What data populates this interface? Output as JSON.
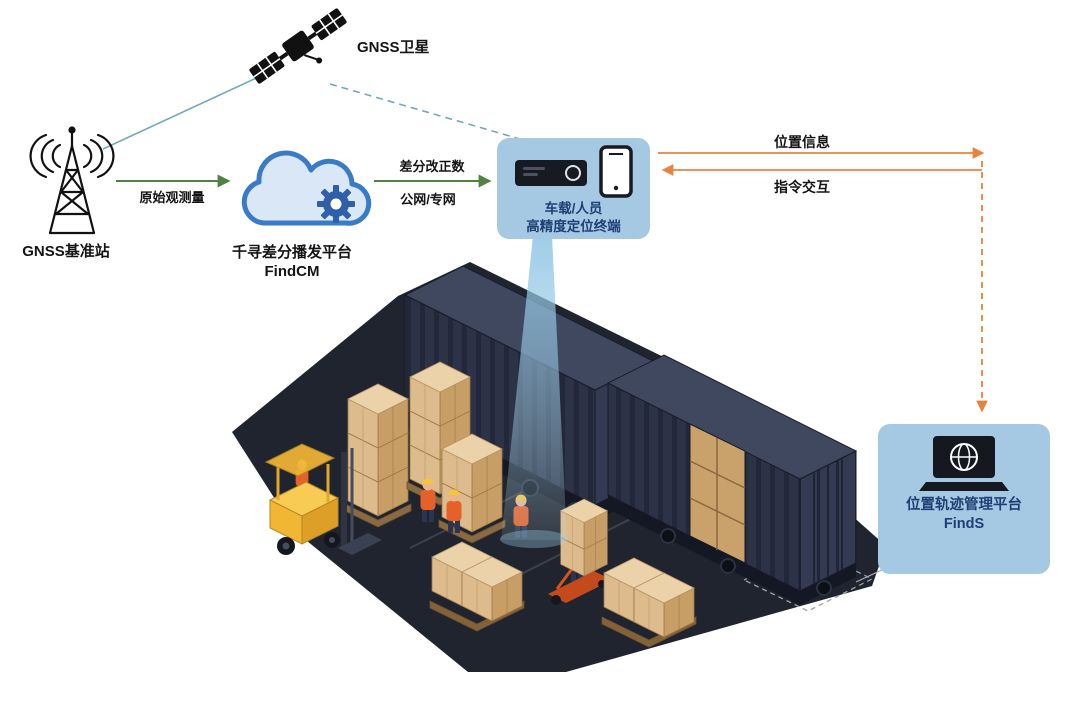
{
  "diagram": {
    "satellite": {
      "label": "GNSS卫星"
    },
    "base_station": {
      "label": "GNSS基准站"
    },
    "cloud_platform": {
      "name": "千寻差分播发平台",
      "product": "FindCM"
    },
    "terminal_panel": {
      "line1": "车载/人员",
      "line2": "高精度定位终端"
    },
    "management_panel": {
      "name": "位置轨迹管理平台",
      "product": "FindS"
    },
    "flows": {
      "raw_observation": "原始观测量",
      "corrections_line1": "差分改正数",
      "corrections_line2": "公网/专网",
      "position_info": "位置信息",
      "command_exchange": "指令交互"
    }
  },
  "icons": {
    "satellite": "satellite-icon",
    "base_station": "antenna-tower-icon",
    "cloud": "cloud-icon",
    "gear": "gear-icon",
    "receiver": "receiver-icon",
    "smartphone": "smartphone-icon",
    "laptop": "laptop-globe-icon"
  },
  "colors": {
    "panel_blue": "#a6c9e3",
    "label_navy": "#1e3f74",
    "arrow_green": "#4f8243",
    "line_teal": "#72a9b8",
    "arrow_orange": "#e8823e",
    "cloud_blue": "#3a7bc8",
    "gear_blue": "#2e5fa7",
    "floor_dark": "#20242e",
    "container_navy": "#2c3347",
    "carton_tan": "#c79e66",
    "forklift_yellow": "#f2b635",
    "beam_blue": "#8ec4e4"
  }
}
